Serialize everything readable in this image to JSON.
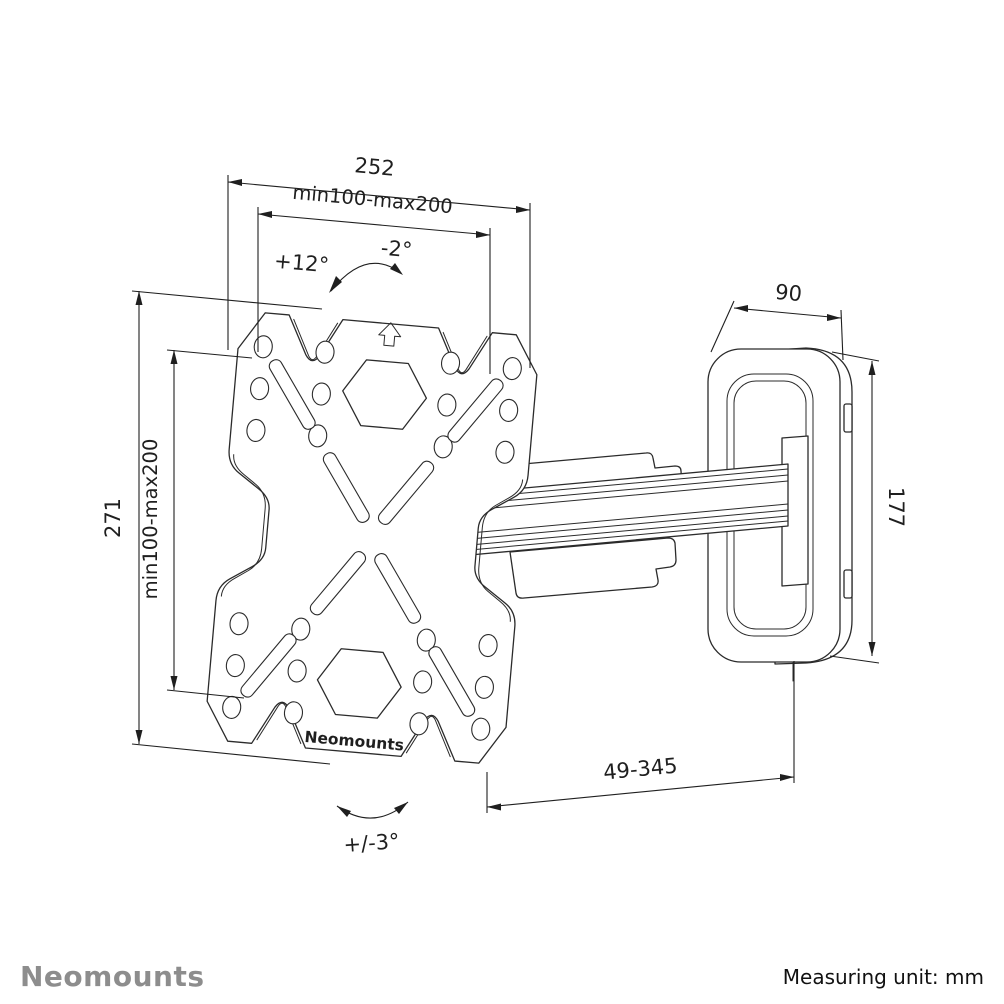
{
  "drawing": {
    "dimensions": {
      "plate_width": "252",
      "vesa_horizontal": "min100-max200",
      "tilt_up": "+12°",
      "tilt_down": "-2°",
      "plate_height": "271",
      "vesa_vertical": "min100-max200",
      "wall_plate_width": "90",
      "wall_plate_height": "177",
      "extension_range": "49-345",
      "swivel_range": "+/-3°"
    },
    "plate_label": "Neomounts"
  },
  "footer": {
    "brand": "Neomounts",
    "measuring_unit": "Measuring unit: mm"
  },
  "colors": {
    "background": "#ffffff",
    "line": "#2b2b2b",
    "dimension": "#1f1f1f",
    "brand_gray": "#8d8d8d"
  }
}
